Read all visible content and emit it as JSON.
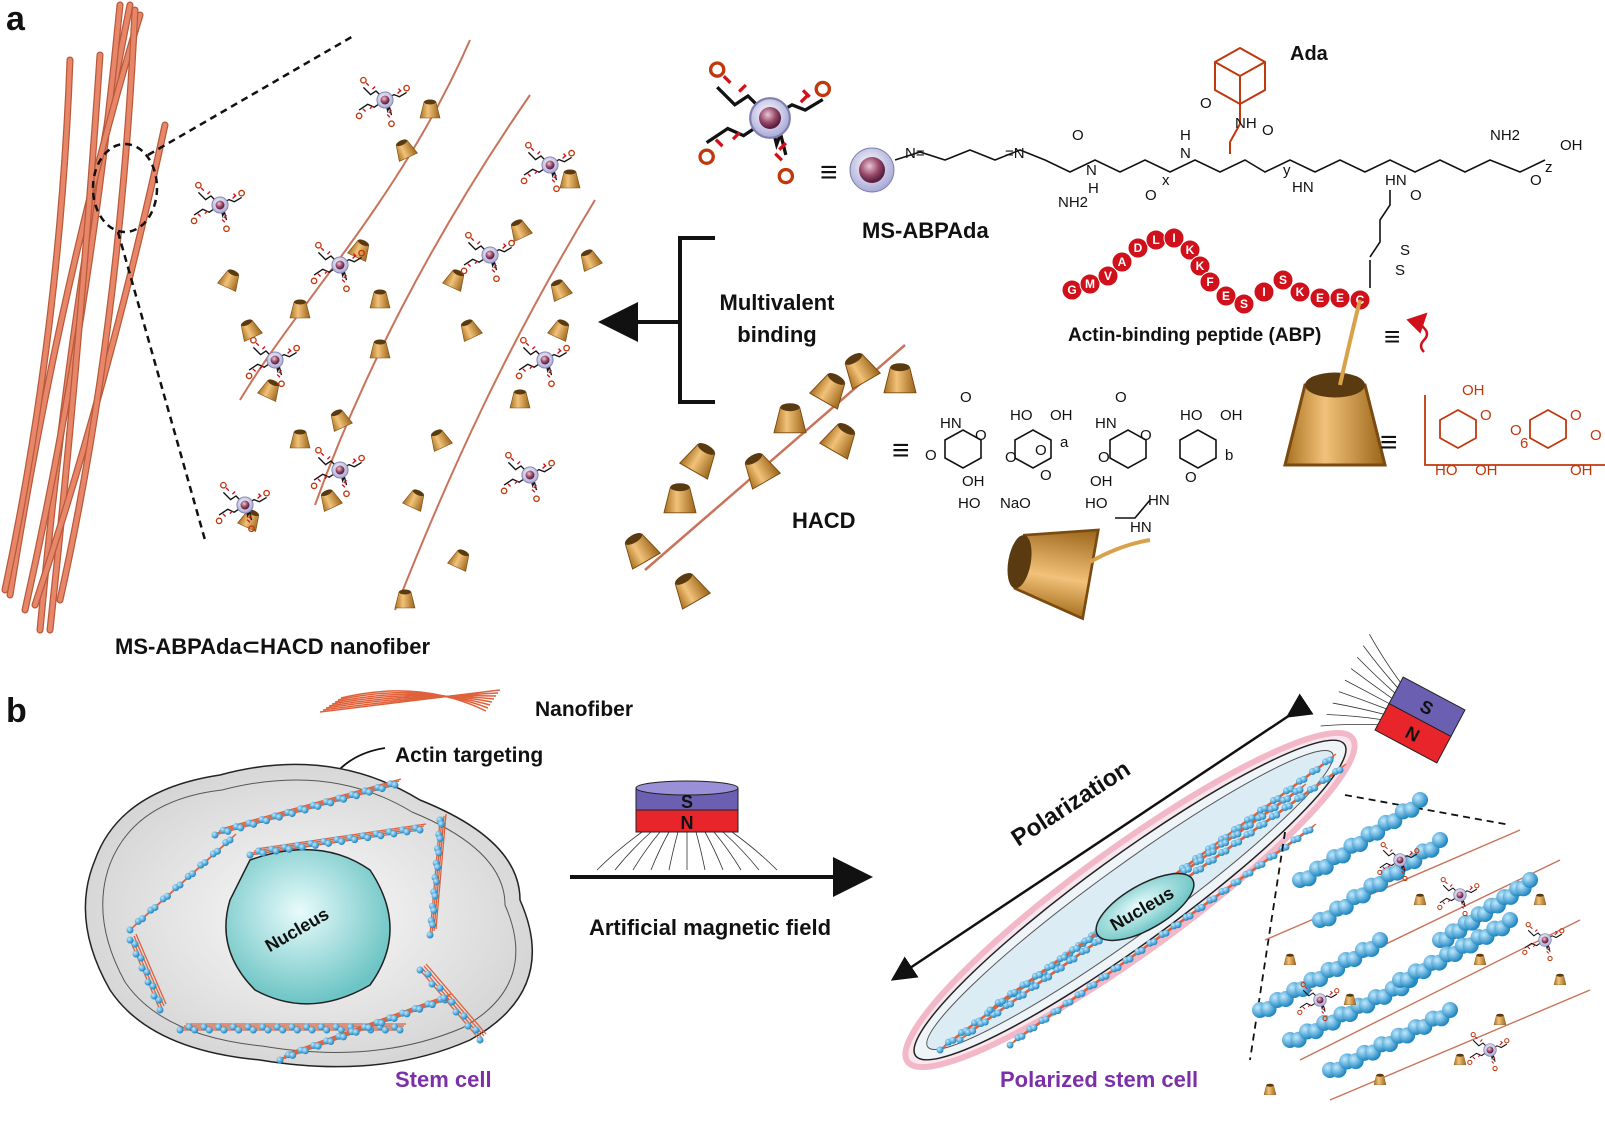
{
  "panel_a": {
    "letter": "a",
    "ada_label": "Ada",
    "ms_label": "MS-ABPAda",
    "multivalent_line1": "Multivalent",
    "multivalent_line2": "binding",
    "hacd_label": "HACD",
    "abp_label": "Actin-binding peptide (ABP)",
    "peptide_sequence": [
      "G",
      "M",
      "V",
      "A",
      "D",
      "L",
      "I",
      "K",
      "K",
      "F",
      "E",
      "S",
      "I",
      "S",
      "K",
      "E",
      "E",
      "C"
    ],
    "nanofiber_caption": "MS-ABPAda⊂HACD nanofiber",
    "equiv_symbol": "≡",
    "backbone_atoms": [
      "N=",
      "=N",
      "O",
      "NH",
      "NH2",
      "N",
      "H",
      "O",
      "x",
      "H",
      "N",
      "O",
      "y",
      "HN",
      "HN",
      "O",
      "NH2",
      "OH",
      "O",
      "z",
      "O",
      "S",
      "S"
    ],
    "hacd_atoms": [
      "HN",
      "O",
      "HO",
      "OH",
      "O",
      "O",
      "O",
      "OH",
      "HO",
      "a",
      "NaO",
      "O",
      "O",
      "HN",
      "O",
      "HO",
      "OH",
      "O",
      "O",
      "OH",
      "HO",
      "HN",
      "O",
      "HN",
      "b"
    ],
    "cd_atoms": [
      "OH",
      "O",
      "O",
      "HO",
      "OH",
      "6",
      "O",
      "OH",
      "O"
    ]
  },
  "panel_b": {
    "letter": "b",
    "nanofiber_label": "Nanofiber",
    "actin_targeting_label": "Actin targeting",
    "nucleus_label": "Nucleus",
    "stem_cell_label": "Stem cell",
    "magnet_s": "S",
    "magnet_n": "N",
    "field_label": "Artificial magnetic field",
    "polarization_label": "Polarization",
    "polarized_nucleus_label": "Nucleus",
    "polarized_cell_label": "Polarized stem cell"
  },
  "colors": {
    "fiber_orange": "#e8866a",
    "cone_gold": "#d9a24a",
    "sphere_purple": "#9a6a8a",
    "peptide_red": "#d0101a",
    "chem_red": "#c0380c",
    "actin_blue": "#3aa8d8",
    "nucleus_teal": "#8fd3d3",
    "magnet_blue": "#6a5fb0",
    "magnet_red": "#e8252a",
    "label_purple": "#7b2fa8"
  }
}
